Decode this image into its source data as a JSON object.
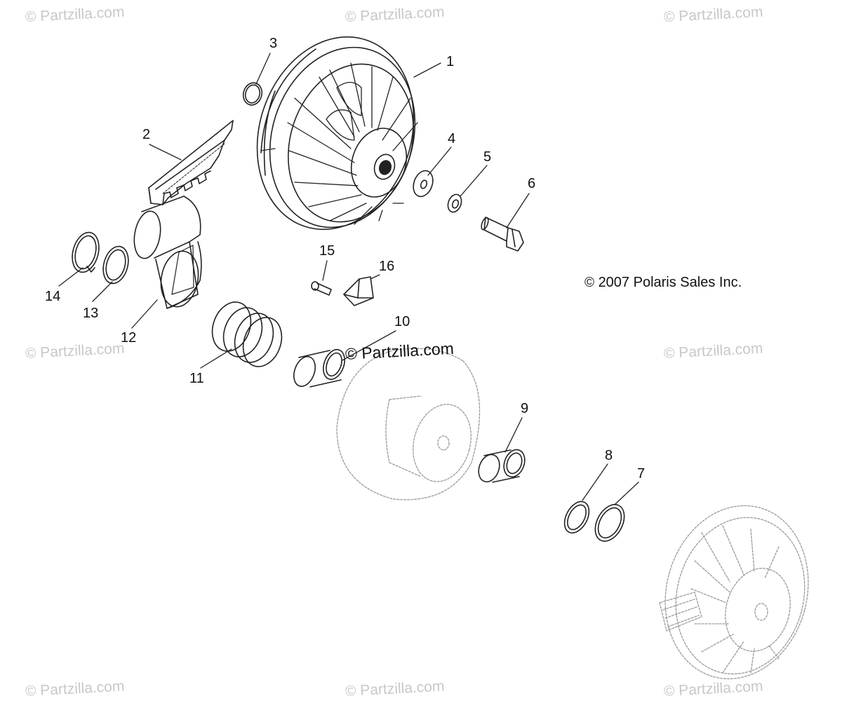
{
  "copyright": {
    "symbol": "©",
    "text": "2007 Polaris Sales Inc."
  },
  "watermark": {
    "symbol": "©",
    "text": "Partzilla.com"
  },
  "callouts": [
    "1",
    "2",
    "3",
    "4",
    "5",
    "6",
    "7",
    "8",
    "9",
    "10",
    "11",
    "12",
    "13",
    "14",
    "15",
    "16"
  ],
  "colors": {
    "line": "#222222",
    "dashed": "#999999",
    "watermark": "#c8c8c8"
  },
  "parts": [
    {
      "num": "1",
      "icon": "secondary-clutch-sheave-icon"
    },
    {
      "num": "2",
      "icon": "drive-belt-icon"
    },
    {
      "num": "3",
      "icon": "snap-ring-icon"
    },
    {
      "num": "4",
      "icon": "washer-icon"
    },
    {
      "num": "5",
      "icon": "washer-icon"
    },
    {
      "num": "6",
      "icon": "bolt-icon"
    },
    {
      "num": "7",
      "icon": "shim-ring-icon"
    },
    {
      "num": "8",
      "icon": "shim-ring-icon"
    },
    {
      "num": "9",
      "icon": "bushing-icon"
    },
    {
      "num": "10",
      "icon": "bushing-icon"
    },
    {
      "num": "11",
      "icon": "spring-icon"
    },
    {
      "num": "12",
      "icon": "helix-cam-icon"
    },
    {
      "num": "13",
      "icon": "washer-icon"
    },
    {
      "num": "14",
      "icon": "retaining-ring-icon"
    },
    {
      "num": "15",
      "icon": "pin-icon"
    },
    {
      "num": "16",
      "icon": "roller-button-icon"
    }
  ]
}
